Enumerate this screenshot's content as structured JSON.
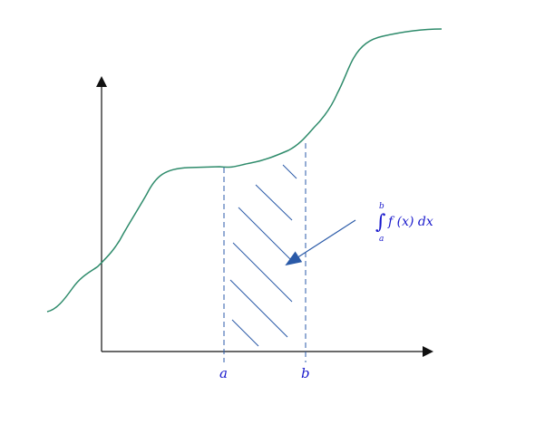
{
  "labels": {
    "a": "a",
    "b": "b"
  },
  "integral": {
    "upper": "b",
    "lower": "a",
    "body": "f (x) dx"
  },
  "colors": {
    "curve": "#2e8b6b",
    "axis": "#111111",
    "accent": "#2a5aa8",
    "text": "#1a1acc"
  }
}
